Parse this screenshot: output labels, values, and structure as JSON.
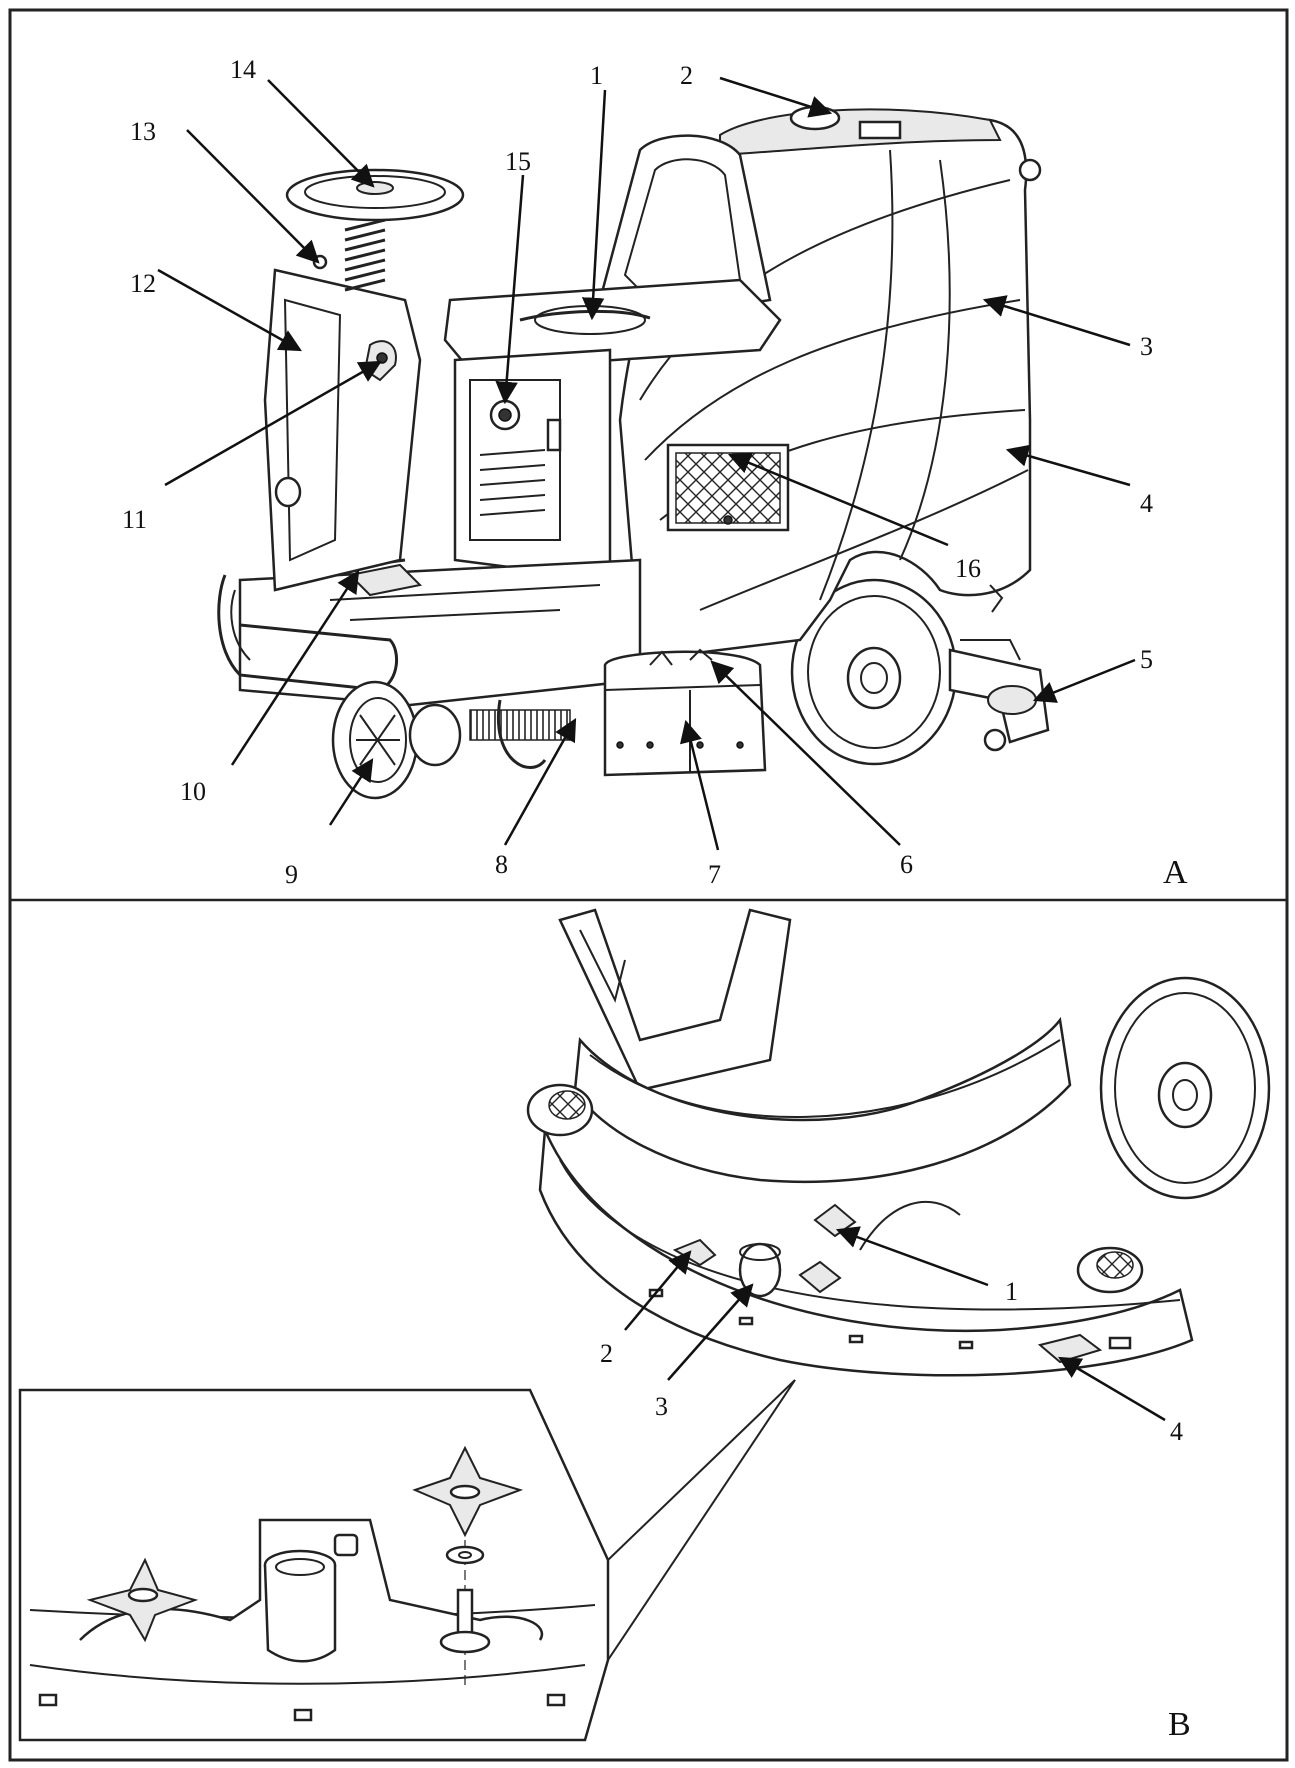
{
  "panels": [
    {
      "id": "A",
      "label": "A"
    },
    {
      "id": "B",
      "label": "B"
    }
  ],
  "callouts_a": [
    "1",
    "2",
    "3",
    "4",
    "5",
    "6",
    "7",
    "8",
    "9",
    "10",
    "11",
    "12",
    "13",
    "14",
    "15",
    "16"
  ],
  "callouts_b": [
    "1",
    "2",
    "3",
    "4"
  ],
  "colors": {
    "line": "#222222",
    "background": "#ffffff"
  }
}
